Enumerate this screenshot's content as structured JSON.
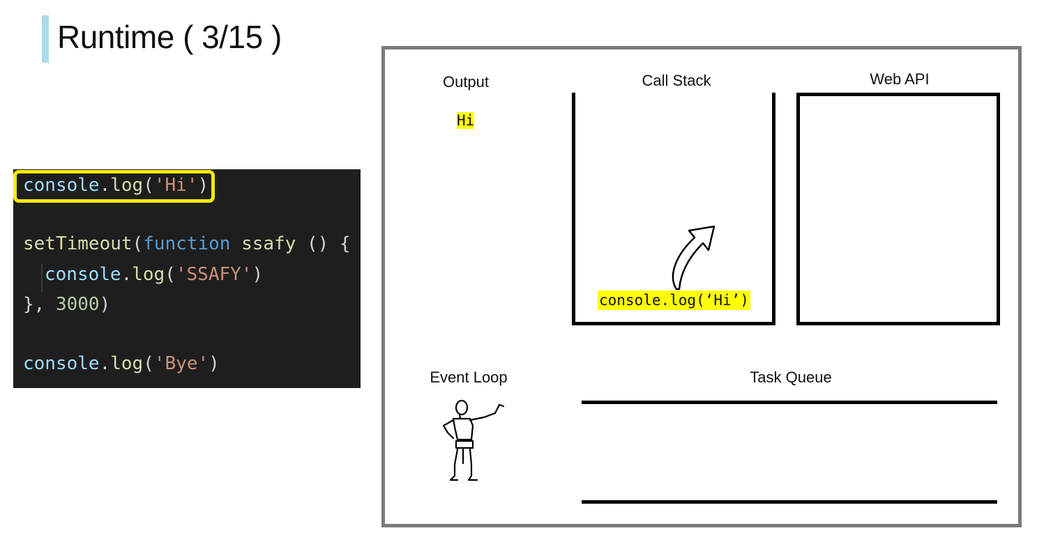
{
  "title": "Runtime ( 3/15 )",
  "code": {
    "line1": {
      "obj": "console",
      "dot": ".",
      "fn": "log",
      "open": "(",
      "str": "'Hi'",
      "close": ")"
    },
    "line2": {
      "fn": "setTimeout",
      "open": "(",
      "kw": "function",
      "name": " ssafy",
      "rest": " () {"
    },
    "line3": {
      "obj": "console",
      "dot": ".",
      "fn": "log",
      "open": "(",
      "str": "'SSAFY'",
      "close": ")"
    },
    "line4": {
      "pre": "}, ",
      "num": "3000",
      "close": ")"
    },
    "line5": {
      "obj": "console",
      "dot": ".",
      "fn": "log",
      "open": "(",
      "str": "'Bye'",
      "close": ")"
    }
  },
  "diagram": {
    "output_label": "Output",
    "output_value": "Hi",
    "callstack_label": "Call Stack",
    "callstack_item": "console.log(‘Hi’)",
    "webapi_label": "Web API",
    "eventloop_label": "Event Loop",
    "taskqueue_label": "Task Queue"
  },
  "colors": {
    "highlight": "#ffff00",
    "code_bg": "#1e1e1e",
    "frame": "#7b7b7b",
    "title_accent": "#a8dcea"
  }
}
